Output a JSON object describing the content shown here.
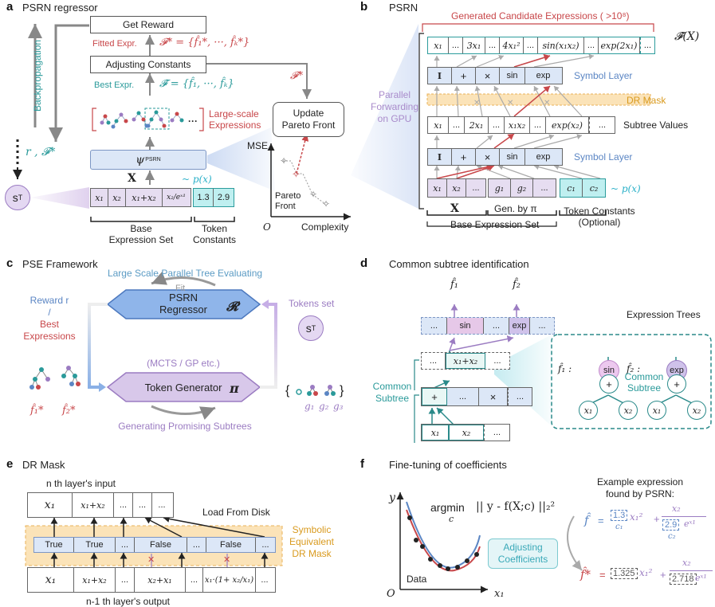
{
  "panels": {
    "a": {
      "label": "a",
      "title": "PSRN regressor",
      "get_reward": "Get Reward",
      "fitted_expr": "Fitted Expr.",
      "fitted_set": "𝓕* = {f̂₁*, ···, f̂ₖ*}",
      "adjusting_constants": "Adjusting Constants",
      "best_expr": "Best Expr.",
      "best_set": "𝓕̂ = {f̂₁, ···, f̂ₖ}",
      "large_scale": "Large-scale",
      "expressions": "Expressions",
      "psi": "ψ",
      "psi_sub": "PSRN",
      "x_bold": "X",
      "p_x": "~ p(x)",
      "backprop": "Backpropagation",
      "r_f": "r , 𝓕*",
      "s_t": "s",
      "s_t_sub": "T",
      "base_cells": [
        "x₁",
        "x₂",
        "x₁+x₂",
        "x₂/eˣ¹"
      ],
      "const_cells": [
        "1.3",
        "2.9"
      ],
      "base_label_1": "Base",
      "base_label_2": "Expression Set",
      "token_label_1": "Token",
      "token_label_2": "Constants",
      "update_1": "Update",
      "update_2": "Pareto Front",
      "f_star": "𝓕*",
      "mse": "MSE",
      "pareto_1": "Pareto",
      "pareto_2": "Front",
      "origin": "O",
      "complexity": "Complexity"
    },
    "b": {
      "label": "b",
      "title": "PSRN",
      "generated": "Generated Candidate Expressions ( >10⁸)",
      "f_x": "𝓕̂(X)",
      "top_cells": [
        "x₁",
        "...",
        "3x₁",
        "...",
        "4x₁²",
        "...",
        "sin(x₁x₂)",
        "...",
        "exp(2x₁)",
        "..."
      ],
      "sym_cells": [
        "I",
        "+",
        "×",
        "sin",
        "exp"
      ],
      "symbol_layer": "Symbol Layer",
      "dr_mask": "DR Mask",
      "parallel_1": "Parallel",
      "parallel_2": "Forwarding",
      "parallel_3": "on GPU",
      "mid_cells": [
        "x₁",
        "...",
        "2x₁",
        "...",
        "x₁x₂",
        "...",
        "exp(x₂)",
        "..."
      ],
      "subtree_values": "Subtree Values",
      "bot_x_cells": [
        "x₁",
        "x₂",
        "..."
      ],
      "bot_g_cells": [
        "g₁",
        "g₂",
        "..."
      ],
      "bot_c_cells": [
        "c₁",
        "c₂"
      ],
      "p_x": "~ p(x)",
      "x_label": "X",
      "gen_by": "Gen. by π",
      "token_const": "Token Constants",
      "optional": "(Optional)",
      "base_set": "Base Expression Set"
    },
    "c": {
      "label": "c",
      "title": "PSE Framework",
      "large_scale": "Large Scale Parallel Tree Evaluating",
      "fit": "Fit",
      "psrn_1": "PSRN",
      "psrn_2": "Regressor",
      "r_symbol": "𝓡",
      "mcts": "(MCTS / GP etc.)",
      "token_gen": "Token Generator",
      "pi_symbol": "π",
      "generating": "Generating Promising Subtrees",
      "reward_1": "Reward r",
      "reward_2": "/",
      "reward_3": "Best",
      "reward_4": "Expressions",
      "f1": "f̂₁*",
      "f2": "f̂₂*",
      "tokens_set": "Tokens set",
      "s_t": "s",
      "s_t_sub": "T",
      "g_labels": [
        "g₁",
        "g₂",
        "g₃"
      ]
    },
    "d": {
      "label": "d",
      "title": "Common subtree identification",
      "f1": "f̂₁",
      "f2": "f̂₂",
      "top_cells": [
        "...",
        "sin",
        "...",
        "exp",
        "..."
      ],
      "mid_cells": [
        "...",
        "x₁+x₂",
        "..."
      ],
      "op_cells": [
        "+",
        "...",
        "×",
        "..."
      ],
      "bot_cells": [
        "x₁",
        "x₂",
        "..."
      ],
      "common_1": "Common",
      "common_2": "Subtree",
      "expression_trees": "Expression Trees",
      "tree1_label": "f̂₁ :",
      "tree1_root": "sin",
      "tree2_label": "f̂₂ :",
      "tree2_root": "exp",
      "plus": "+",
      "x1": "x₁",
      "x2": "x₂",
      "common_sub_1": "Common",
      "common_sub_2": "Subtree"
    },
    "e": {
      "label": "e",
      "title": "DR Mask",
      "nth_input": "n th layer's input",
      "top_cells": [
        "x₁",
        "x₁+x₂",
        "...",
        "...",
        "..."
      ],
      "load_disk": "Load From Disk",
      "mask_cells": [
        "True",
        "True",
        "...",
        "False",
        "...",
        "False",
        "..."
      ],
      "sym_eq_1": "Symbolic",
      "sym_eq_2": "Equivalent",
      "sym_eq_3": "DR Mask",
      "bot_cells": [
        "x₁",
        "x₁+x₂",
        "...",
        "x₂+x₁",
        "...",
        "x₁·(1+ x₂/x₁)",
        "..."
      ],
      "prev_output": "n-1 th layer's output"
    },
    "f": {
      "label": "f",
      "title": "Fine-tuning of coefficients",
      "y_axis": "y",
      "x_axis": "x₁",
      "origin": "O",
      "data": "Data",
      "argmin": "argmin",
      "argmin_sub": "c",
      "objective": "|| y - f(X;c) ||₂²",
      "adjusting_1": "Adjusting",
      "adjusting_2": "Coefficients",
      "example_1": "Example expression",
      "example_2": "found by PSRN:",
      "fhat": "f̂",
      "c1_val": "1.3",
      "c1": "c₁",
      "c2_val": "2.9",
      "c2": "c₂",
      "fstar": "f̂*",
      "c1_fit": "1.325",
      "c2_fit": "2.718",
      "x1_sq": "x₁²",
      "x2": "x₂",
      "e_x1": "eˣ¹",
      "plus": "+",
      "eq": "="
    }
  },
  "colors": {
    "teal": "#2a9a9a",
    "red": "#c8474a",
    "blue": "#5b86c4",
    "purple": "#9b7cc2",
    "orange": "#d99a1e"
  }
}
